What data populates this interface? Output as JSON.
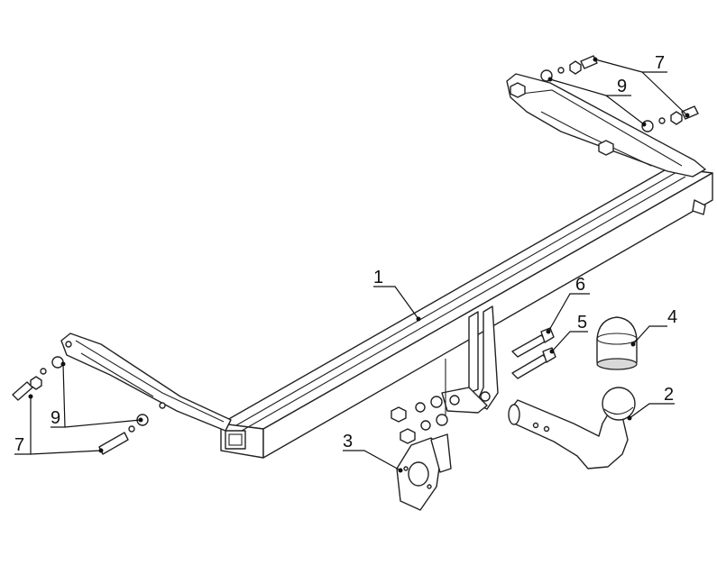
{
  "diagram": {
    "labels": {
      "p1": "1",
      "p2": "2",
      "p3": "3",
      "p4": "4",
      "p5": "5",
      "p6": "6",
      "p7_top": "7",
      "p9_top": "9",
      "p7_left": "7",
      "p9_left": "9"
    }
  }
}
